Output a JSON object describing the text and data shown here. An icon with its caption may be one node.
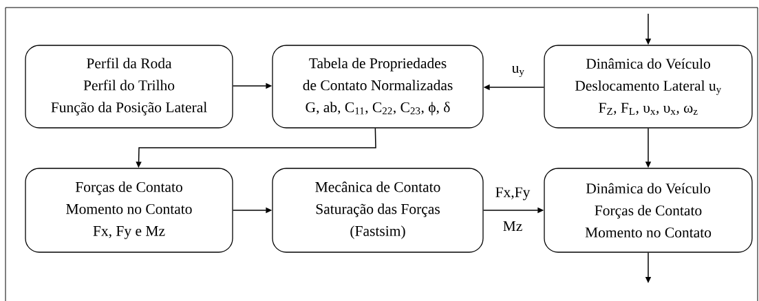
{
  "diagram": {
    "nodes": [
      {
        "text": [
          "Perfil da Roda",
          "Perfil do Trilho",
          "Função da Posição Lateral"
        ]
      },
      {
        "text": [
          "Tabela de Propriedades",
          "de Contato Normalizadas",
          "G, ab, C$_{11}$, C$_{22}$, C$_{23}$, ϕ, δ"
        ]
      },
      {
        "text": [
          "Dinâmica do Veículo",
          "Deslocamento Lateral u$_{y}$",
          "F$_{Z}$, F$_{L}$, υ$_{x}$, υ$_{x}$, ω$_{z}$"
        ]
      },
      {
        "text": [
          "Forças de Contato",
          "Momento no Contato",
          "Fx, Fy e Mz"
        ]
      },
      {
        "text": [
          "Mecânica de Contato",
          "Saturação das Forças",
          "(Fastsim)"
        ]
      },
      {
        "text": [
          "Dinâmica do Veículo",
          "Forças de Contato",
          "Momento no Contato"
        ]
      }
    ],
    "edges": [
      {
        "from": 0,
        "to": 1,
        "arrow": "to"
      },
      {
        "from": 2,
        "to": 1,
        "arrow": "to",
        "label": "u$_{y}$"
      },
      {
        "from": 1,
        "to": 3,
        "arrow": "to"
      },
      {
        "from": 2,
        "to": 5,
        "arrow": "to"
      },
      {
        "from": 3,
        "to": 4,
        "arrow": "to"
      },
      {
        "from": 4,
        "to": 5,
        "arrow": "to",
        "label": "Fx,Fy"
      },
      {
        "from": null,
        "to": 2,
        "arrow": "to"
      },
      {
        "from": 5,
        "to": null,
        "arrow": "to"
      }
    ],
    "labels": [
      "Mz"
    ]
  }
}
